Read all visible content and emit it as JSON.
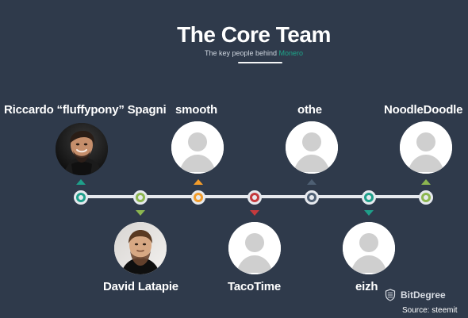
{
  "header": {
    "title": "The Core Team",
    "subtitle_prefix": "The key people behind ",
    "subtitle_accent": "Monero"
  },
  "members": [
    {
      "name": "Riccardo “fluffypony” Spagni",
      "photo": "photo",
      "position": "top",
      "color": "#1f9f8a"
    },
    {
      "name": "David Latapie",
      "photo": "photo",
      "position": "bottom",
      "color": "#8cb650"
    },
    {
      "name": "smooth",
      "photo": "placeholder",
      "position": "top",
      "color": "#f29c2b"
    },
    {
      "name": "TacoTime",
      "photo": "placeholder",
      "position": "bottom",
      "color": "#c43a3d"
    },
    {
      "name": "othe",
      "photo": "placeholder",
      "position": "top",
      "color": "#4e5f73"
    },
    {
      "name": "eizh",
      "photo": "placeholder",
      "position": "bottom",
      "color": "#1f9f8a"
    },
    {
      "name": "NoodleDoodle",
      "photo": "placeholder",
      "position": "top",
      "color": "#8cb650"
    }
  ],
  "footer": {
    "watermark": "BitDegree",
    "source": "Source: steemit"
  }
}
